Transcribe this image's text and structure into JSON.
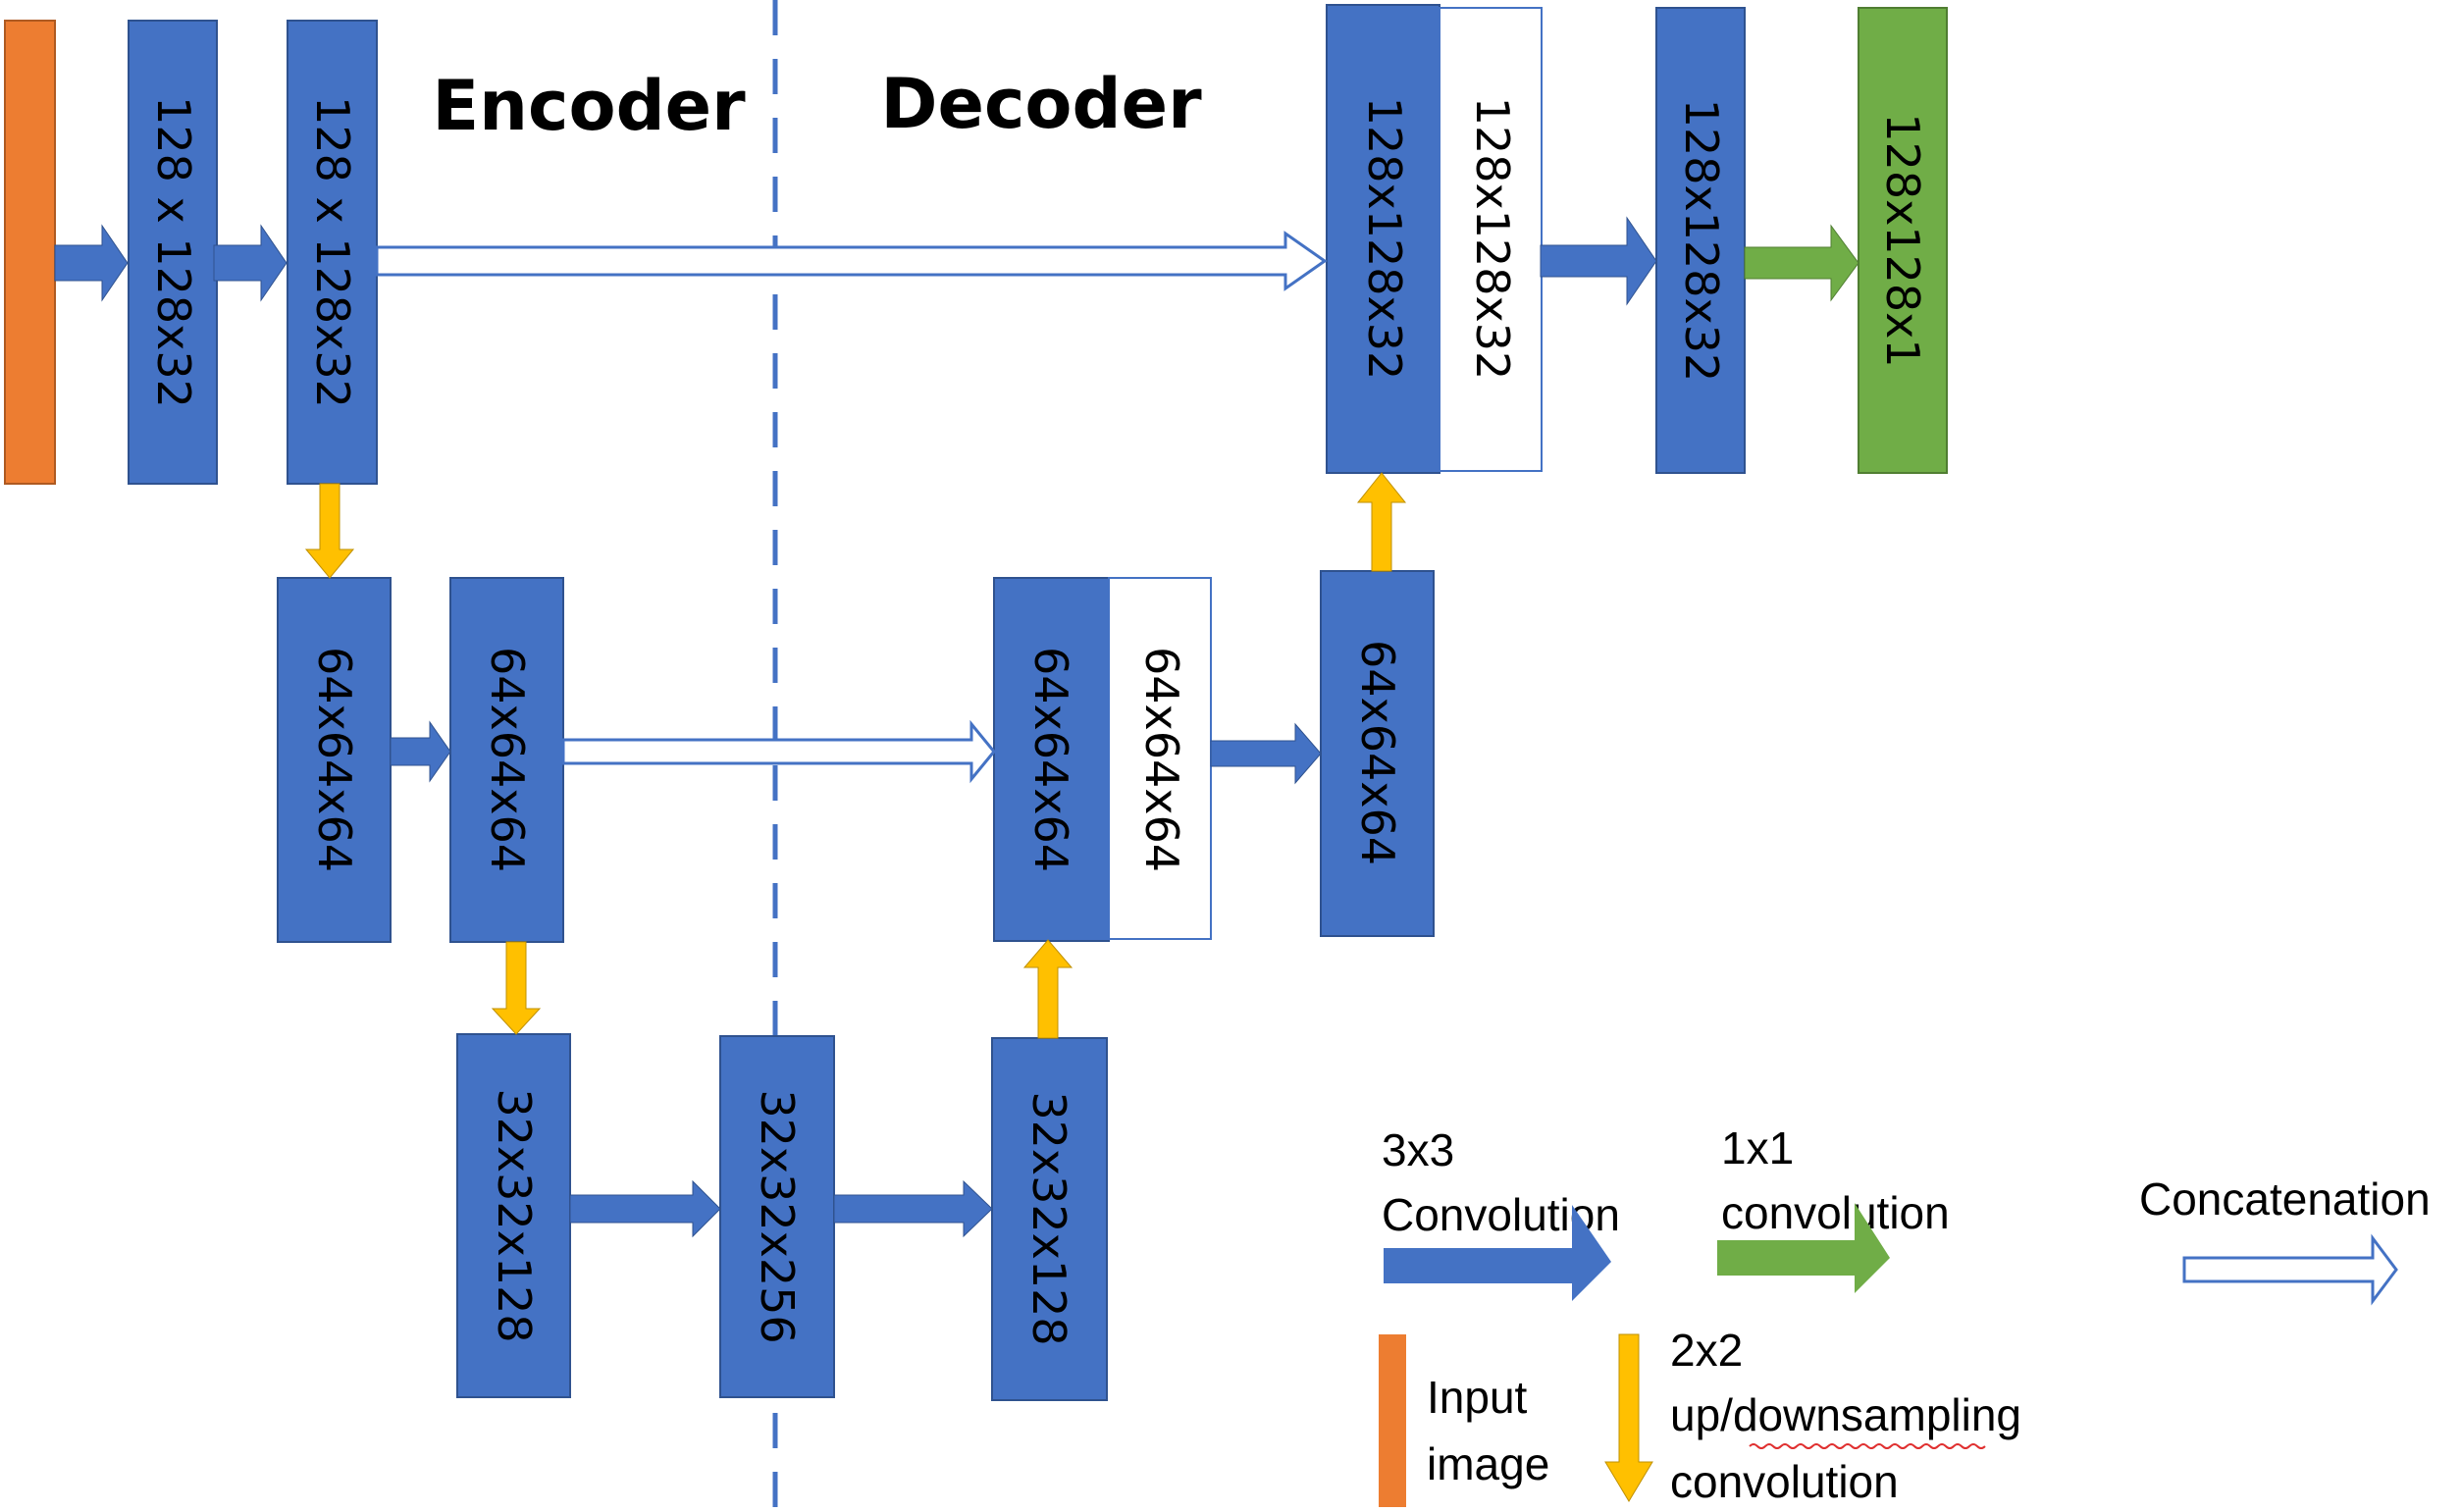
{
  "titles": {
    "encoder": "Encoder",
    "decoder": "Decoder"
  },
  "colors": {
    "conv": "#4472c4",
    "input": "#ed7d31",
    "final": "#70ad47",
    "sample": "#ffc000",
    "concat_border": "#4472c4"
  },
  "blocks": {
    "enc1a": "128 x 128x32",
    "enc1b": "128 x 128x32",
    "dec1_conv": "128x128x32",
    "dec1_concat": "128x128x32",
    "dec1_out": "128x128x32",
    "output": "128x128x1",
    "enc2a": "64x64x64",
    "enc2b": "64x64x64",
    "dec2_conv": "64x64x64",
    "dec2_concat": "64x64x64",
    "dec2_out": "64x64x64",
    "enc3": "32x32x128",
    "bottleneck": "32x32x256",
    "dec3": "32x32x128"
  },
  "legend": {
    "conv3_line1": "3x3",
    "conv3_line2": "Convolution",
    "conv1_line1": "1x1",
    "conv1_line2": "convolution",
    "concat": "Concatenation",
    "input_line1": "Input",
    "input_line2": "image",
    "sample_line1": "2x2",
    "sample_line2": "up/downsampling",
    "sample_line3": "convolution"
  }
}
